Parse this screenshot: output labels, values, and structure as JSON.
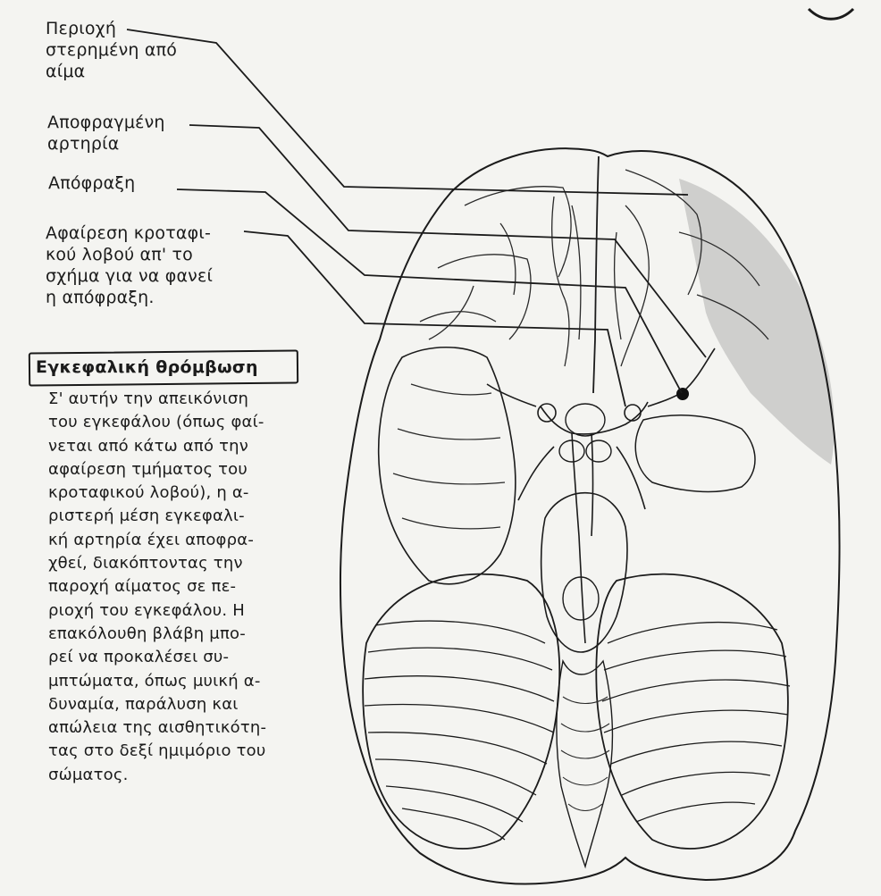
{
  "labels": {
    "deprived_area": [
      "Περιοχή",
      "στερημένη από",
      "αίμα"
    ],
    "occluded_artery": [
      "Αποφραγμένη",
      "αρτηρία"
    ],
    "occlusion": [
      "Απόφραξη"
    ],
    "lobe_removal": [
      "Αφαίρεση κροταφι-",
      "κού λοβού απ' το",
      "σχήμα για να φανεί",
      "η απόφραξη."
    ]
  },
  "caption": {
    "title": "Εγκεφαλική θρόμβωση",
    "lines": [
      "Σ' αυτήν την απεικόνιση",
      "του εγκεφάλου (όπως φαί-",
      "νεται από κάτω από την",
      "αφαίρεση τμήματος του",
      "κροταφικού λοβού), η α-",
      "ριστερή μέση εγκεφαλι-",
      "κή αρτηρία έχει αποφρα-",
      "χθεί, διακόπτοντας την",
      "παροχή αίματος σε πε-",
      "ριοχή του εγκεφάλου. Η",
      "επακόλουθη βλάβη μπο-",
      "ρεί να προκαλέσει συ-",
      "μπτώματα, όπως μυική α-",
      "δυναμία, παράλυση και",
      "απώλεια της αισθητικότη-",
      "τας στο δεξί ημιμόριο του",
      "σώματος."
    ]
  },
  "colors": {
    "paper": "#f4f4f1",
    "ink": "#1b1b1b",
    "shade": "#6d6d6d"
  }
}
